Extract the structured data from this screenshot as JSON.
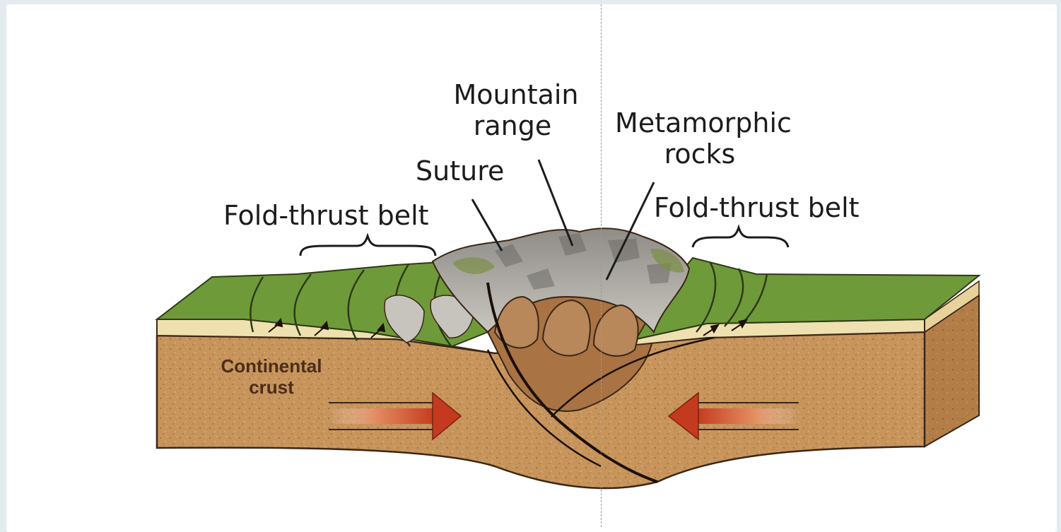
{
  "labels": {
    "mountain_range_line1": "Mountain",
    "mountain_range_line2": "range",
    "metamorphic_line1": "Metamorphic",
    "metamorphic_line2": "rocks",
    "suture": "Suture",
    "fold_thrust_left": "Fold-thrust belt",
    "fold_thrust_right": "Fold-thrust belt",
    "crust_line1": "Continental",
    "crust_line2": "crust"
  },
  "colors": {
    "surface_green": "#6f9a3a",
    "sediment_cream": "#efe0b0",
    "crust_brown": "#c89660",
    "rock_gray": "#b9b6b1",
    "arrow_red": "#c43a1e"
  },
  "icons": {
    "left_arrow": "arrow-right-icon",
    "right_arrow": "arrow-left-icon"
  }
}
